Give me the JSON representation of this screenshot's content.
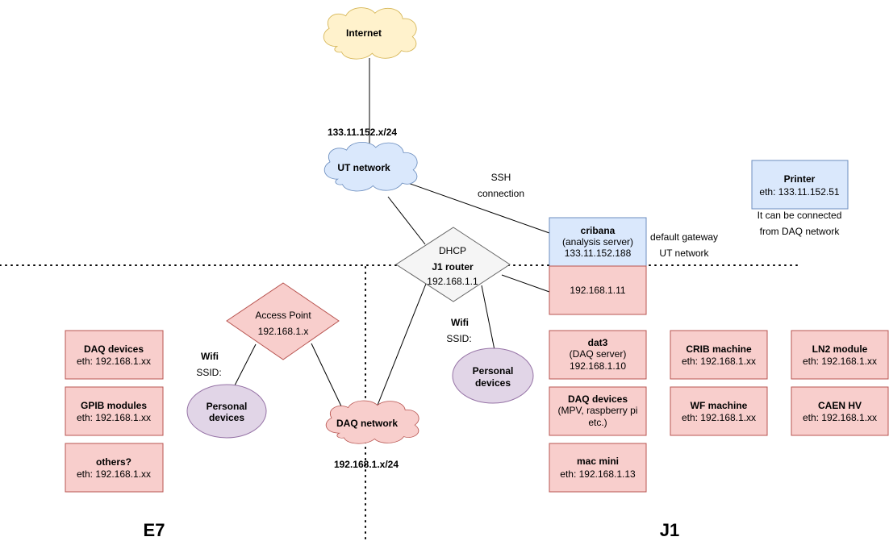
{
  "colors": {
    "yellow_fill": "#fff2cc",
    "yellow_stroke": "#d6b656",
    "blue_fill": "#dae8fc",
    "blue_stroke": "#6c8ebf",
    "red_fill": "#f8cecc",
    "red_stroke": "#b85450",
    "purple_fill": "#e1d5e7",
    "purple_stroke": "#9673a6",
    "gray_fill": "#f5f5f5",
    "gray_stroke": "#666666",
    "blue_text": "#3333cc",
    "red_text": "#ff0000"
  },
  "clouds": {
    "internet": "Internet",
    "ut_network": "UT network",
    "daq_network": "DAQ network"
  },
  "labels": {
    "ut_subnet": "133.11.152.x/24",
    "daq_subnet": "192.168.1.x/24",
    "ssh_1": "SSH",
    "ssh_2": "connection",
    "wifi_left": "Wifi",
    "ssid_left": "SSID:",
    "wifi_right": "Wifi",
    "ssid_right": "SSID:",
    "gateway_1": "default gateway",
    "gateway_2": "UT network",
    "printer_note_1": "It can be connected",
    "printer_note_2": "from DAQ network",
    "region_e7": "E7",
    "region_j1": "J1"
  },
  "router": {
    "line1": "DHCP",
    "line2": "J1 router",
    "line3": "192.168.1.1"
  },
  "access_point": {
    "line1": "Access Point",
    "line2": "192.168.1.x"
  },
  "personal_left": {
    "line1": "Personal",
    "line2": "devices"
  },
  "personal_right": {
    "line1": "Personal",
    "line2": "devices"
  },
  "printer": {
    "name": "Printer",
    "eth": "eth: 133.11.152.51"
  },
  "cribana": {
    "name": "cribana",
    "role": "(analysis server)",
    "ip": "133.11.152.188",
    "local_ip": "192.168.1.11"
  },
  "e7_boxes": [
    {
      "name": "DAQ devices",
      "eth": "eth: 192.168.1.xx"
    },
    {
      "name": "GPIB modules",
      "eth": "eth: 192.168.1.xx"
    },
    {
      "name": "others?",
      "eth": "eth: 192.168.1.xx"
    }
  ],
  "dat3": {
    "name": "dat3",
    "role": "(DAQ server)",
    "ip": "192.168.1.10"
  },
  "j1_daq": {
    "name": "DAQ devices",
    "line2": "(MPV, raspberry pi",
    "line3": "etc.)"
  },
  "mac_mini": {
    "name": "mac mini",
    "eth": "eth: 192.168.1.13"
  },
  "j1_boxes": [
    {
      "name": "CRIB machine",
      "eth": "eth: 192.168.1.xx"
    },
    {
      "name": "LN2 module",
      "eth": "eth: 192.168.1.xx"
    },
    {
      "name": "WF machine",
      "eth": "eth: 192.168.1.xx"
    },
    {
      "name": "CAEN HV",
      "eth": "eth: 192.168.1.xx"
    }
  ]
}
